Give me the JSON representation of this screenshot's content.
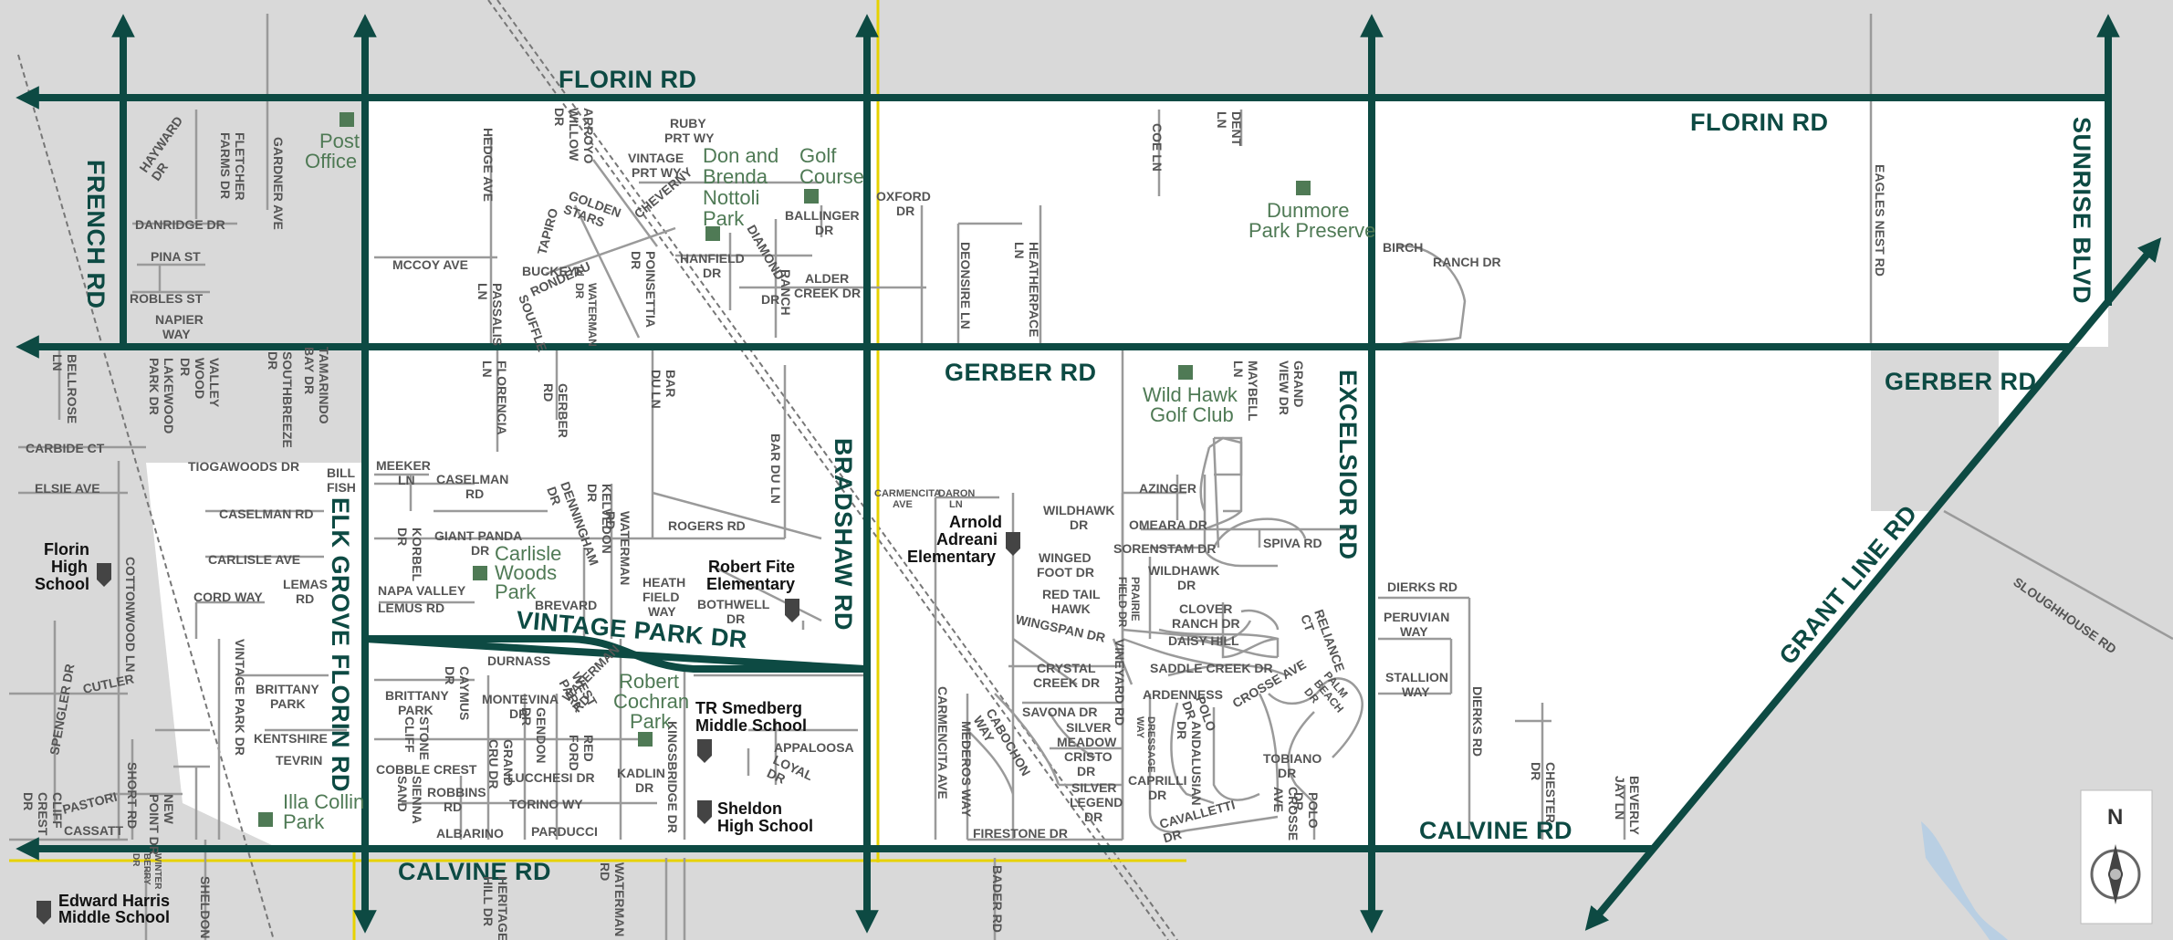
{
  "colors": {
    "background": "#d9d9d9",
    "area": "#ffffff",
    "arterial": "#0d4a43",
    "street": "#999999",
    "boundary": "#e7d200",
    "park": "#4f7a55"
  },
  "arterials": {
    "florin_top": "FLORIN RD",
    "florin_right": "FLORIN RD",
    "gerber_mid": "GERBER RD",
    "gerber_right": "GERBER RD",
    "calvine_left": "CALVINE RD",
    "calvine_right": "CALVINE RD",
    "vintage_park": "VINTAGE PARK DR",
    "french": "FRENCH RD",
    "elk_grove_florin": "ELK GROVE FLORIN RD",
    "bradshaw": "BRADSHAW RD",
    "excelsior": "EXCELSIOR RD",
    "sunrise": "SUNRISE BLVD",
    "grant_line": "GRANT LINE RD"
  },
  "parks": {
    "post_office": [
      "Post",
      "Office"
    ],
    "nottoli": [
      "Don and",
      "Brenda",
      "Nottoli",
      "Park"
    ],
    "golf_course": [
      "Golf",
      "Course"
    ],
    "dunmore": [
      "Dunmore",
      "Park Preserve"
    ],
    "wild_hawk": [
      "Wild Hawk",
      "Golf Club"
    ],
    "carlisle": [
      "Carlisle",
      "Woods",
      "Park"
    ],
    "cochran": [
      "Robert",
      "Cochran",
      "Park"
    ],
    "illa": [
      "Illa Collin",
      "Park"
    ]
  },
  "schools": {
    "florin_high": [
      "Florin",
      "High",
      "School"
    ],
    "fite": [
      "Robert Fite",
      "Elementary"
    ],
    "adreani": [
      "Arnold",
      "Adreani",
      "Elementary"
    ],
    "smedberg": [
      "TR Smedberg",
      "Middle School"
    ],
    "sheldon": [
      "Sheldon",
      "High School"
    ],
    "harris": [
      "Edward Harris",
      "Middle School"
    ]
  },
  "compass": "N",
  "streets": {
    "hayward": [
      "HAYWARD",
      "DR"
    ],
    "fletcher": [
      "FLETCHER",
      "FARMS DR"
    ],
    "gardner": "GARDNER AVE",
    "danridge": "DANRIDGE DR",
    "pina": "PINA ST",
    "robles": "ROBLES ST",
    "napier": [
      "NAPIER",
      "WAY"
    ],
    "bellrose": [
      "BELLROSE",
      "LN"
    ],
    "lakewood": [
      "LAKEWOOD",
      "PARK DR"
    ],
    "valleywood": [
      "VALLEY",
      "WOOD",
      "DR"
    ],
    "southbreeze": [
      "SOUTHBREEZE",
      "DR"
    ],
    "tamarindo": [
      "TAMARINDO",
      "BAY DR"
    ],
    "carbide": "CARBIDE CT",
    "tiogawoods": "TIOGAWOODS DR",
    "elsie": "ELSIE AVE",
    "billfish": [
      "BILL",
      "FISH"
    ],
    "caselman_l": "CASELMAN RD",
    "carlisle_ave": "CARLISLE AVE",
    "lemas": [
      "LEMAS",
      "RD"
    ],
    "cordway": "CORD WAY",
    "cottonwood": "COTTONWOOD LN",
    "cutler": "CUTLER",
    "spengler": "SPENGLER DR",
    "vintage_park_dr_sm": "VINTAGE PARK DR",
    "brittany_l": [
      "BRITTANY",
      "PARK"
    ],
    "kentshire": "KENTSHIRE",
    "tevrin": "TEVRIN",
    "short": "SHORT RD",
    "newpoint": [
      "NEW",
      "POINT DR"
    ],
    "pastori": "PASTORI",
    "cliffcrest": [
      "CLIFF",
      "CREST",
      "DR"
    ],
    "cassatt": "CASSATT",
    "winterberry": [
      "WINTER",
      "BERRY",
      "DR"
    ],
    "sheldon_dr": "SHELDON DR",
    "hedge": "HEDGE AVE",
    "arroyo": [
      "ARROYO",
      "WILLOW",
      "DR"
    ],
    "ruby": [
      "RUBY",
      "PRT WY"
    ],
    "vintage_prt": [
      "VINTAGE",
      "PRT WY"
    ],
    "cheverny": "CHEVERNY",
    "golden": [
      "GOLDEN",
      "STARS"
    ],
    "tapiro": "TAPIRO",
    "mccoy": "MCCOY AVE",
    "buckeye": "BUCKEYE",
    "rondeau": "RONDEAU",
    "souffle": "SOUFFLE",
    "passalis": [
      "PASSALIS",
      "LN"
    ],
    "waterman_n": [
      "WATERMAN",
      "DR"
    ],
    "poinsettia": [
      "POINSETTIA",
      "DR"
    ],
    "hanfield": [
      "HANFIELD",
      "DR"
    ],
    "diamond": "DIAMOND",
    "ranch": "RANCH",
    "dr_small": "DR",
    "ballinger": [
      "BALLINGER",
      "DR"
    ],
    "oxford": [
      "OXFORD",
      "DR"
    ],
    "alder": [
      "ALDER",
      "CREEK DR"
    ],
    "coe": "COE LN",
    "dent": [
      "DENT",
      "LN"
    ],
    "deonsire": "DEONSIRE LN",
    "heatherpace": [
      "HEATHERPACE",
      "LN"
    ],
    "eagles": "EAGLES NEST RD",
    "birch": [
      "BIRCH",
      "RANCH DR"
    ],
    "florencia": [
      "FLORENCIA",
      "LN"
    ],
    "gerber_st": [
      "GERBER",
      "RD"
    ],
    "bar_du_ln": [
      "BAR",
      "DU LN"
    ],
    "bar_du_ln2": [
      "BAR DU LN"
    ],
    "meeker": [
      "MEEKER",
      "LN"
    ],
    "caselman_r": [
      "CASELMAN",
      "RD"
    ],
    "dennington": [
      "DENNINGHAM",
      "DR"
    ],
    "kelvedon": [
      "KELVEDON",
      "DR"
    ],
    "waterman_m": [
      "WATERMAN",
      "RD"
    ],
    "rogers": "ROGERS RD",
    "giant_panda": [
      "GIANT PANDA",
      "DR"
    ],
    "korbel": [
      "KORBEL",
      "DR"
    ],
    "napa": "NAPA VALLEY",
    "lemus": "LEMUS RD",
    "brevard": "BREVARD",
    "heathfield": [
      "HEATH",
      "FIELD",
      "WAY"
    ],
    "bothwell": [
      "BOTHWELL",
      "DR"
    ],
    "durnass": "DURNASS",
    "caymus": [
      "CAYMUS",
      "DR"
    ],
    "brittany_r": [
      "BRITTANY",
      "PARK"
    ],
    "stonecliff": [
      "STONE",
      "CLIFF"
    ],
    "montevina": [
      "MONTEVINA",
      "DR"
    ],
    "gendon": [
      "GENDON",
      "DR"
    ],
    "westpark": [
      "WEST",
      "PARK"
    ],
    "waterman_s": [
      "WATERMAN",
      "RD"
    ],
    "redford": [
      "RED",
      "FORD"
    ],
    "cobble": "COBBLE CREST",
    "grandcru": [
      "GRAND",
      "CRU DR"
    ],
    "lucchesi": "LUCCHESI DR",
    "kadlin": [
      "KADLIN",
      "DR"
    ],
    "kingsbridge": "KINGSBRIDGE DR",
    "sienna": [
      "SIENNA",
      "SAND"
    ],
    "robbins": [
      "ROBBINS",
      "RD"
    ],
    "torino": "TORINO WY",
    "albarino": "ALBARINO",
    "parducci": "PARDUCCI",
    "heritage": [
      "HERITAGE",
      "HILL DR"
    ],
    "waterman_b": [
      "WATERMAN",
      "RD"
    ],
    "appaloosa": "APPALOOSA",
    "loyal": [
      "LOYAL",
      "DR"
    ],
    "carmencita_ave": [
      "CARMENCITA",
      "AVE"
    ],
    "daron": [
      "DARON",
      "LN"
    ],
    "maybell": [
      "MAYBELL",
      "LN"
    ],
    "grandview": [
      "GRAND",
      "VIEW DR"
    ],
    "azinger": "AZINGER",
    "wildhawk": [
      "WILDHAWK",
      "DR"
    ],
    "omeara": "OMEARA DR",
    "sorenstam": "SORENSTAM DR",
    "spiva": "SPIVA RD",
    "winged": [
      "WINGED",
      "FOOT DR"
    ],
    "wildhawk2": [
      "WILDHAWK",
      "DR"
    ],
    "redtail": [
      "RED TAIL",
      "HAWK"
    ],
    "prairie": [
      "PRAIRIE",
      "FIELD DR"
    ],
    "clover": [
      "CLOVER",
      "RANCH DR"
    ],
    "wingspan": "WINGSPAN DR",
    "daisy": "DAISY HILL",
    "saddle": "SADDLE CREEK DR",
    "reliance": [
      "RELIANCE",
      "CT"
    ],
    "crystal": [
      "CRYSTAL",
      "CREEK DR"
    ],
    "savona": "SAVONA DR",
    "ardenness": "ARDENNESS",
    "silver_meadow": [
      "SILVER",
      "MEADOW"
    ],
    "cristo": [
      "CRISTO",
      "DR"
    ],
    "vineyard": "VINEYARD RD",
    "dressage": [
      "DRESSAGE",
      "WAY"
    ],
    "andalusian": [
      "ANDALUSIAN",
      "DR"
    ],
    "crosse": "CROSSE AVE",
    "palmbeach": [
      "PALM",
      "BEACH",
      "DR"
    ],
    "polo": [
      "POLO",
      "DR"
    ],
    "tobiano": [
      "TOBIANO",
      "DR"
    ],
    "caprilli": [
      "CAPRILLI",
      "DR"
    ],
    "silver_legend": [
      "SILVER",
      "LEGEND",
      "DR"
    ],
    "cavalletti": [
      "CAVALLETTI",
      "DR"
    ],
    "crosse2": [
      "CROSSE",
      "AVE"
    ],
    "polo2": [
      "POLO",
      "DR"
    ],
    "carmencita2": "CARMENCITA AVE",
    "mederos": [
      "MEDEROS WAY"
    ],
    "cabochon": [
      "CABOCHON",
      "WAY"
    ],
    "firestone": "FIRESTONE DR",
    "bader": "BADER RD",
    "dierks_top": "DIERKS RD",
    "peruvian": [
      "PERUVIAN",
      "WAY"
    ],
    "stallion": [
      "STALLION",
      "WAY"
    ],
    "dierks_v": "DIERKS RD",
    "chester": [
      "CHESTER",
      "DR"
    ],
    "beverly": [
      "BEVERLY",
      "JAY LN"
    ],
    "sloughhouse": "SLOUGHHOUSE RD"
  }
}
